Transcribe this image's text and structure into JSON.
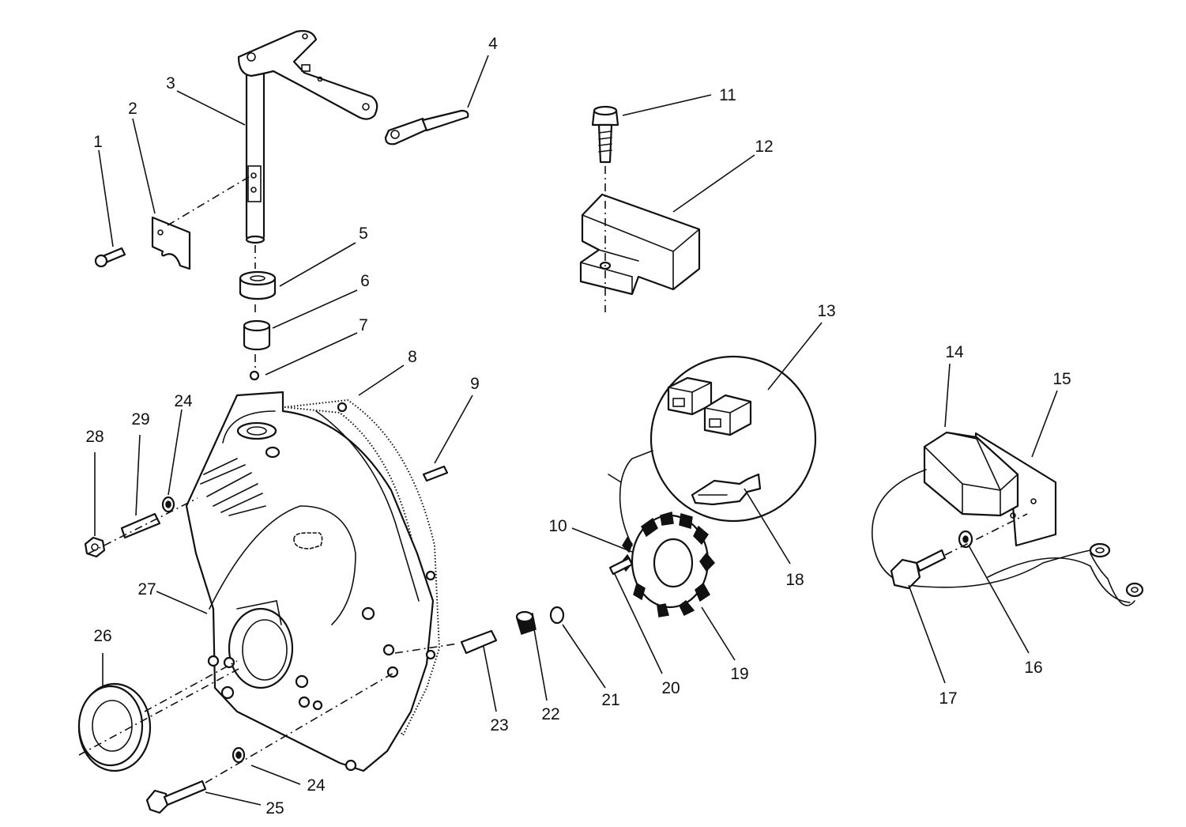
{
  "callouts": [
    "1",
    "2",
    "3",
    "4",
    "5",
    "6",
    "7",
    "8",
    "9",
    "10",
    "11",
    "12",
    "13",
    "14",
    "15",
    "16",
    "17",
    "18",
    "19",
    "20",
    "21",
    "22",
    "23",
    "24",
    "24",
    "25",
    "26",
    "27",
    "28",
    "29"
  ]
}
